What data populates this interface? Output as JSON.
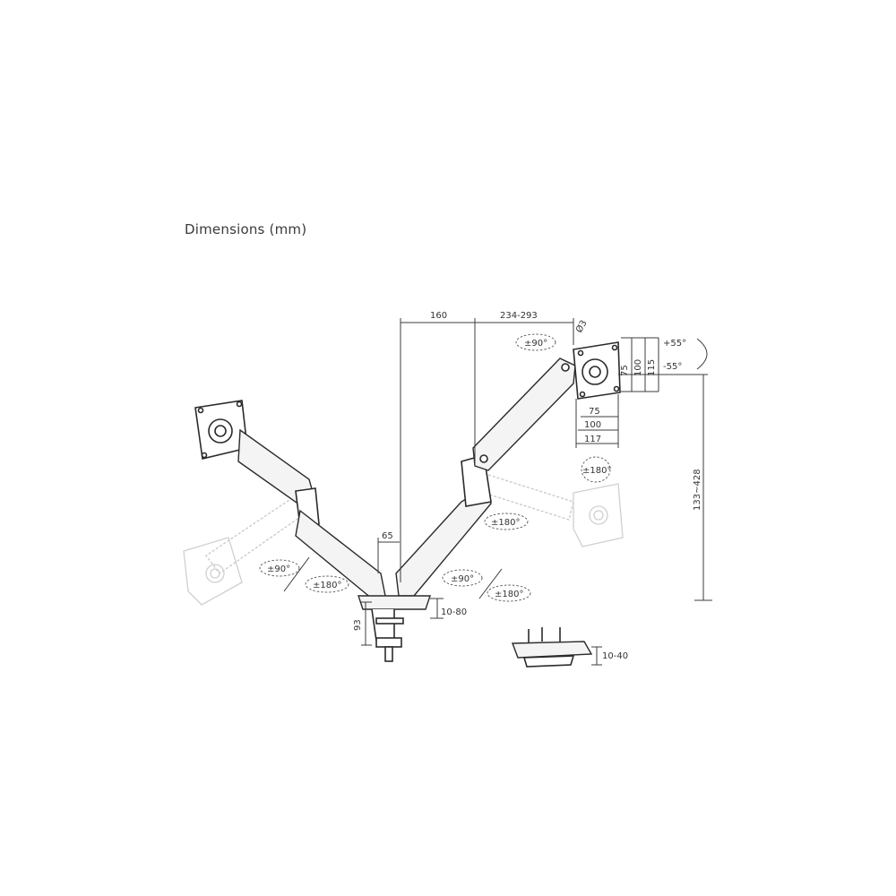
{
  "title": "Dimensions (mm)",
  "dimensions": {
    "top_offset": "160",
    "top_reach": "234-293",
    "hole_diameter": "Ø3",
    "vesa_75_v": "75",
    "vesa_100_v": "100",
    "vesa_115_v": "115",
    "vesa_75_h": "75",
    "vesa_100_h": "100",
    "vesa_117_h": "117",
    "height_range": "133~428",
    "pole_offset": "65",
    "clamp_depth": "93",
    "desk_thickness_clamp": "10-80",
    "desk_thickness_grommet": "10-40"
  },
  "angles": {
    "tilt_up": "+55°",
    "tilt_down": "-55°",
    "right_rotate_90": "±90°",
    "right_swivel_180_head": "±180°",
    "right_swivel_180_elbow": "±180°",
    "center_rotate_90": "±90°",
    "center_swivel_180": "±180°",
    "left_rotate_90": "±90°",
    "left_swivel_180": "±180°"
  },
  "colors": {
    "line": "#2b2b2b",
    "ghost": "#c8c8c8",
    "text": "#333333"
  }
}
